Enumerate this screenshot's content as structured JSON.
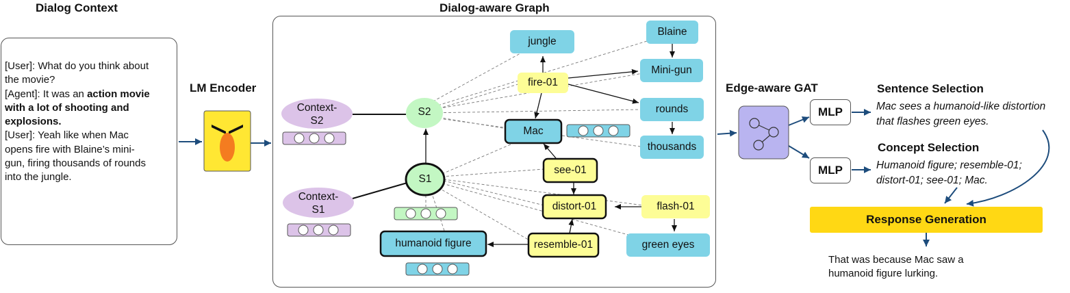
{
  "headers": {
    "dialog_context": "Dialog Context",
    "dialog_graph": "Dialog-aware Graph",
    "lm_encoder": "LM Encoder",
    "edge_gat": "Edge-aware GAT",
    "sentence_selection": "Sentence Selection",
    "concept_selection": "Concept Selection"
  },
  "dialog": {
    "user1_line1": "[User]: What do you think about",
    "user1_line2": "the movie?",
    "agent_prefix": "[Agent]: It was an ",
    "agent_bold1": "action movie",
    "agent_bold2": "with a lot of shooting and",
    "agent_bold3": "explosions.",
    "user2_line1": "[User]: Yeah like when Mac",
    "user2_line2": "opens fire with Blaine’s mini-",
    "user2_line3": "gun, firing thousands of rounds",
    "user2_line4": "into the jungle."
  },
  "graph": {
    "nodes": {
      "jungle": "jungle",
      "blaine": "Blaine",
      "fire": "fire-01",
      "minigun": "Mini-gun",
      "rounds": "rounds",
      "thousands": "thousands",
      "mac": "Mac",
      "see": "see-01",
      "distort": "distort-01",
      "flash": "flash-01",
      "resemble": "resemble-01",
      "humanoid": "humanoid figure",
      "green_eyes": "green eyes",
      "s1": "S1",
      "s2": "S2",
      "ctx_s1_l1": "Context-",
      "ctx_s1_l2": "S1",
      "ctx_s2_l1": "Context-",
      "ctx_s2_l2": "S2"
    }
  },
  "outputs": {
    "mlp1": "MLP",
    "mlp2": "MLP",
    "sentence_l1": "Mac sees a humanoid-like distortion",
    "sentence_l2": "that flashes green eyes.",
    "concept_l1": "Humanoid figure; resemble-01;",
    "concept_l2": "distort-01; see-01; Mac.",
    "response_generation": "Response Generation",
    "response_l1": "That was because Mac saw a",
    "response_l2": "humanoid figure lurking."
  },
  "colors": {
    "concept_blue": "#7fd3e6",
    "predicate_yellow": "#fdfd96",
    "sentence_green": "#c3f7c3",
    "context_purple": "#dcc3e8",
    "gat_lavender": "#b9b4f0",
    "response_yellow": "#ffd814",
    "arrow_navy": "#1d4c7c",
    "bert_yellow": "#ffe733",
    "bert_orange": "#f47c20"
  }
}
